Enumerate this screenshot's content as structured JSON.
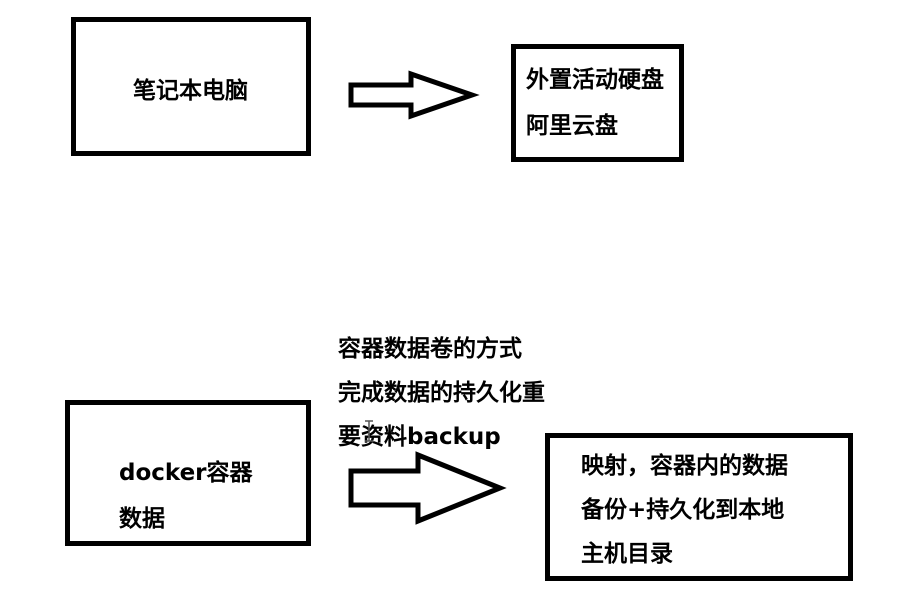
{
  "diagram": {
    "top_row": {
      "source_box": {
        "line1": "笔记本电脑"
      },
      "target_box": {
        "line1": "外置活动硬盘",
        "line2": "阿里云盘"
      }
    },
    "bottom_row": {
      "source_box": {
        "line1": "docker容器",
        "line2": "数据"
      },
      "arrow_caption": {
        "line1": "容器数据卷的方式",
        "line2": "完成数据的持久化重",
        "line3": "要资料backup"
      },
      "target_box": {
        "line1": "映射，容器内的数据",
        "line2": "备份+持久化到本地",
        "line3": "主机目录"
      }
    }
  }
}
